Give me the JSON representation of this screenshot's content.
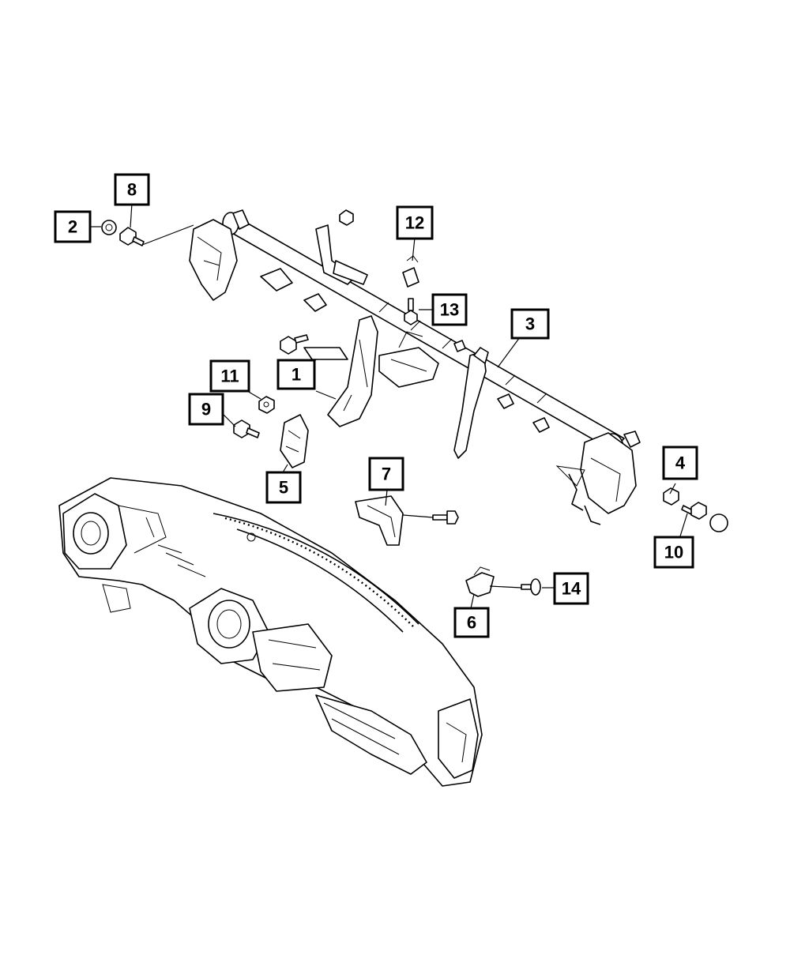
{
  "callouts": [
    {
      "id": "callout-1",
      "label": "1"
    },
    {
      "id": "callout-2",
      "label": "2"
    },
    {
      "id": "callout-3",
      "label": "3"
    },
    {
      "id": "callout-4",
      "label": "4"
    },
    {
      "id": "callout-5",
      "label": "5"
    },
    {
      "id": "callout-6",
      "label": "6"
    },
    {
      "id": "callout-7",
      "label": "7"
    },
    {
      "id": "callout-8",
      "label": "8"
    },
    {
      "id": "callout-9",
      "label": "9"
    },
    {
      "id": "callout-10",
      "label": "10"
    },
    {
      "id": "callout-11",
      "label": "11"
    },
    {
      "id": "callout-12",
      "label": "12"
    },
    {
      "id": "callout-13",
      "label": "13"
    },
    {
      "id": "callout-14",
      "label": "14"
    }
  ],
  "colors": {
    "line": "#000000",
    "background": "#ffffff"
  }
}
